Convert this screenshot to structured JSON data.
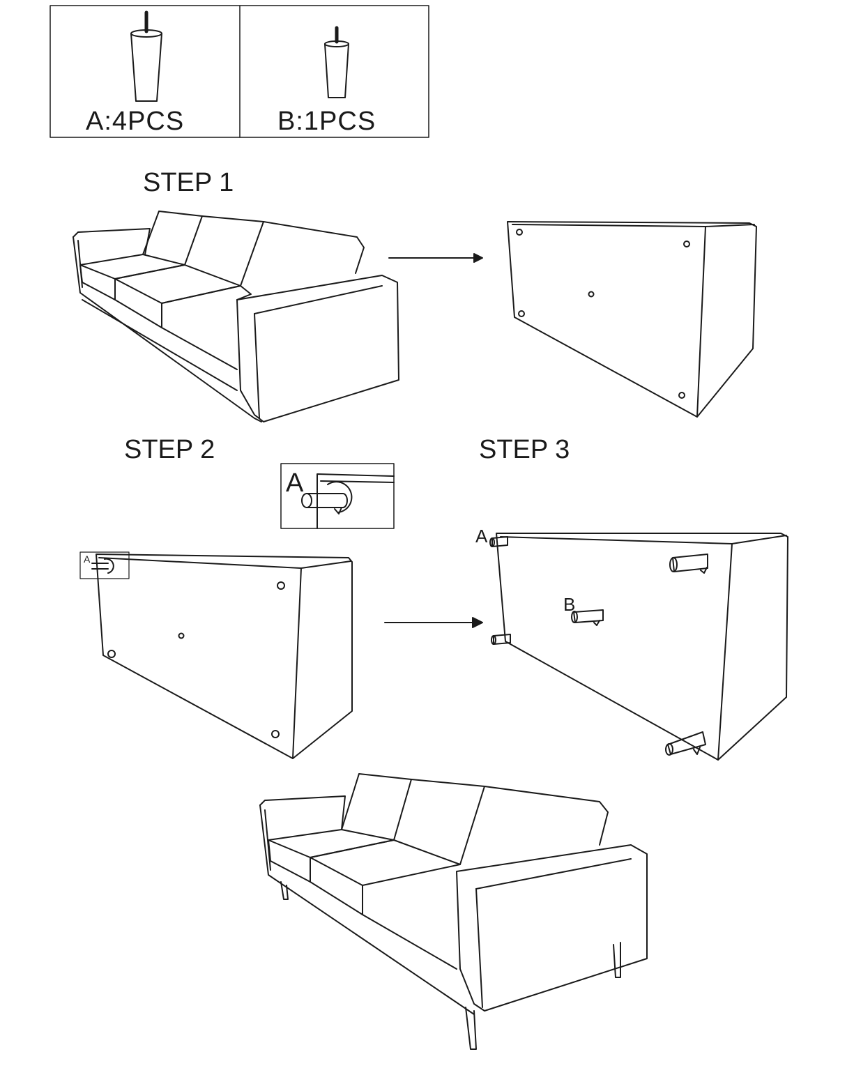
{
  "parts": [
    {
      "id": "A",
      "label": "A:4PCS"
    },
    {
      "id": "B",
      "label": "B:1PCS"
    }
  ],
  "steps": [
    {
      "label": "STEP 1"
    },
    {
      "label": "STEP 2"
    },
    {
      "label": "STEP 3"
    }
  ],
  "callouts": {
    "inset_leg": "A",
    "step2_corner": "A",
    "step3_leg_a": "A",
    "step3_leg_b": "B"
  }
}
